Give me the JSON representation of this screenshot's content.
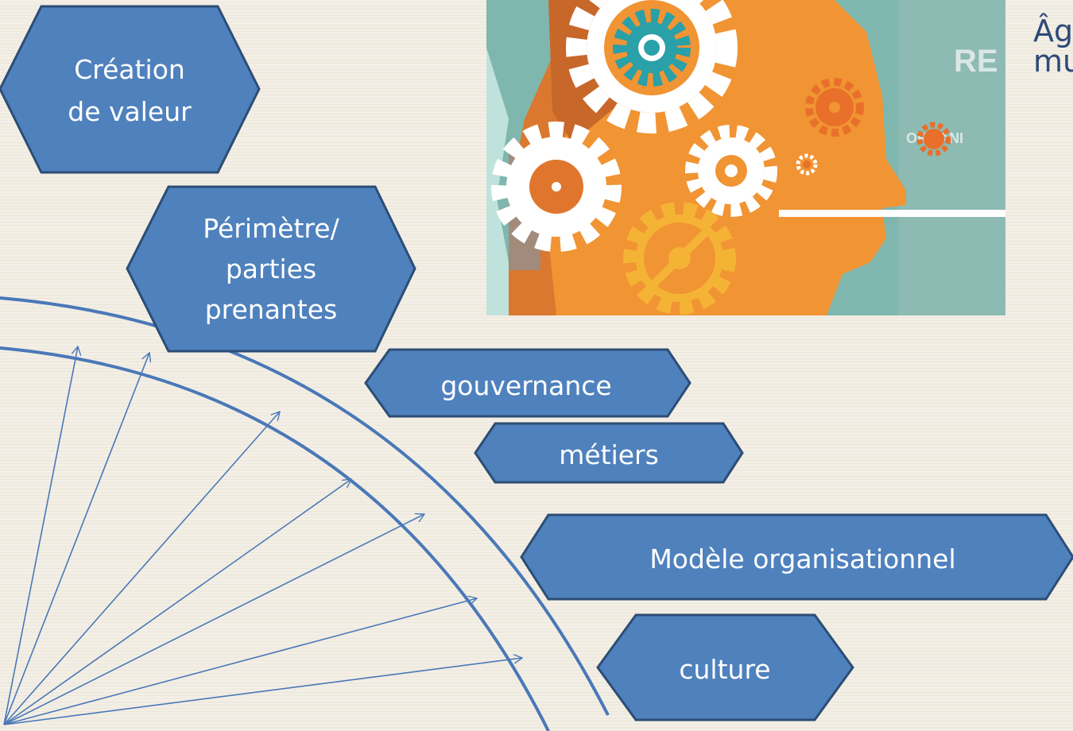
{
  "colors": {
    "shape_fill": "#4f81bd",
    "shape_stroke": "#2c4d75",
    "line": "#4a78b8",
    "side_text": "#2d4a78"
  },
  "shapes": {
    "creation_valeur": [
      "Création",
      "de valeur"
    ],
    "perimetre": [
      "Périmètre/",
      "parties",
      "prenantes"
    ],
    "gouvernance": "gouvernance",
    "metiers": "métiers",
    "modele": "Modèle organisationnel",
    "culture": "culture"
  },
  "image": {
    "partial_text_1": "RE",
    "partial_text_2": "ORGANI"
  },
  "side_text": {
    "line1": "Âg",
    "line2": "mu"
  }
}
